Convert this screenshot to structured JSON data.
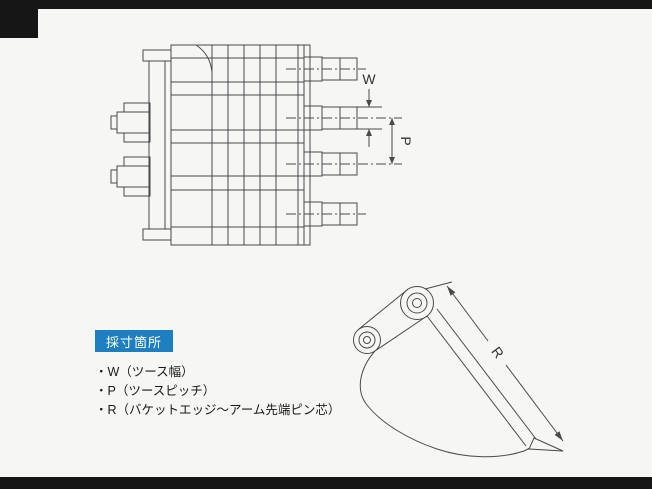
{
  "page": {
    "bg": "#f6f6f5",
    "bar_color": "#161616",
    "line_color": "#4a4a4a",
    "accent_blue": "#1e7fc0"
  },
  "callout": {
    "label": "採寸箇所"
  },
  "legend": {
    "items": [
      "・W（ツース幅）",
      "・P（ツースピッチ）",
      "・R（バケットエッジ～アーム先端ピン芯）"
    ]
  },
  "dimensions": {
    "w": "W",
    "p": "P",
    "r": "R"
  }
}
